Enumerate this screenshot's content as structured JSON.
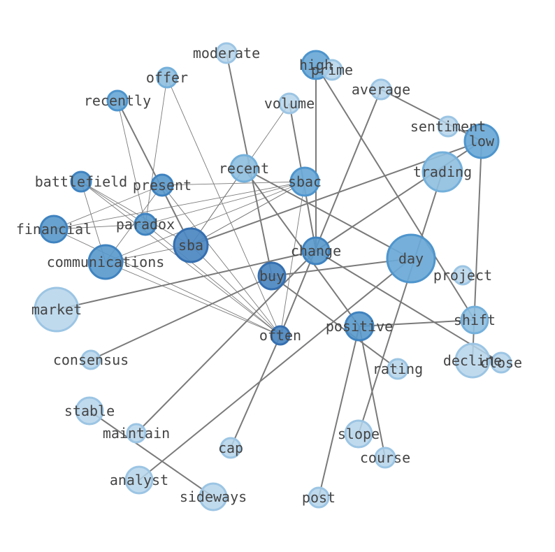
{
  "nodes": [
    {
      "id": "moderate",
      "label": "moderate",
      "level": 1,
      "size": 14
    },
    {
      "id": "high",
      "label": "high",
      "level": 3,
      "size": 20
    },
    {
      "id": "prime",
      "label": "prime",
      "level": 1,
      "size": 14
    },
    {
      "id": "offer",
      "label": "offer",
      "level": 2,
      "size": 14
    },
    {
      "id": "average",
      "label": "average",
      "level": 1,
      "size": 14
    },
    {
      "id": "recently",
      "label": "recently",
      "level": 3,
      "size": 14
    },
    {
      "id": "volume",
      "label": "volume",
      "level": 1,
      "size": 14
    },
    {
      "id": "sentiment",
      "label": "sentiment",
      "level": 1,
      "size": 14
    },
    {
      "id": "low",
      "label": "low",
      "level": 3,
      "size": 24
    },
    {
      "id": "recent",
      "label": "recent",
      "level": 2,
      "size": 19
    },
    {
      "id": "trading",
      "label": "trading",
      "level": 2,
      "size": 28
    },
    {
      "id": "battlefield",
      "label": "battlefield",
      "level": 4,
      "size": 14
    },
    {
      "id": "present",
      "label": "present",
      "level": 4,
      "size": 15
    },
    {
      "id": "sbac",
      "label": "sbac",
      "level": 3,
      "size": 20
    },
    {
      "id": "financial",
      "label": "financial",
      "level": 4,
      "size": 19
    },
    {
      "id": "paradox",
      "label": "paradox",
      "level": 4,
      "size": 15
    },
    {
      "id": "sba",
      "label": "sba",
      "level": 5,
      "size": 24
    },
    {
      "id": "communications",
      "label": "communications",
      "level": 4,
      "size": 24
    },
    {
      "id": "change",
      "label": "change",
      "level": 4,
      "size": 19
    },
    {
      "id": "day",
      "label": "day",
      "level": 3,
      "size": 34
    },
    {
      "id": "project",
      "label": "project",
      "level": 1,
      "size": 13
    },
    {
      "id": "buy",
      "label": "buy",
      "level": 5,
      "size": 19
    },
    {
      "id": "market",
      "label": "market",
      "level": 1,
      "size": 31
    },
    {
      "id": "shift",
      "label": "shift",
      "level": 2,
      "size": 19
    },
    {
      "id": "positive",
      "label": "positive",
      "level": 4,
      "size": 20
    },
    {
      "id": "often",
      "label": "often",
      "level": 5,
      "size": 13
    },
    {
      "id": "decline",
      "label": "decline",
      "level": 1,
      "size": 24
    },
    {
      "id": "close",
      "label": "close",
      "level": 1,
      "size": 14
    },
    {
      "id": "consensus",
      "label": "consensus",
      "level": 1,
      "size": 13
    },
    {
      "id": "rating",
      "label": "rating",
      "level": 1,
      "size": 14
    },
    {
      "id": "stable",
      "label": "stable",
      "level": 1,
      "size": 19
    },
    {
      "id": "maintain",
      "label": "maintain",
      "level": 1,
      "size": 13
    },
    {
      "id": "slope",
      "label": "slope",
      "level": 1,
      "size": 19
    },
    {
      "id": "cap",
      "label": "cap",
      "level": 1,
      "size": 14
    },
    {
      "id": "course",
      "label": "course",
      "level": 1,
      "size": 14
    },
    {
      "id": "analyst",
      "label": "analyst",
      "level": 1,
      "size": 19
    },
    {
      "id": "sideways",
      "label": "sideways",
      "level": 1,
      "size": 19
    },
    {
      "id": "post",
      "label": "post",
      "level": 1,
      "size": 14
    }
  ],
  "edges": [
    {
      "source": "moderate",
      "target": "buy",
      "weight": 2
    },
    {
      "source": "high",
      "target": "change",
      "weight": 2
    },
    {
      "source": "high",
      "target": "shift",
      "weight": 2
    },
    {
      "source": "average",
      "target": "low",
      "weight": 2
    },
    {
      "source": "average",
      "target": "often",
      "weight": 2
    },
    {
      "source": "volume",
      "target": "change",
      "weight": 2
    },
    {
      "source": "low",
      "target": "change",
      "weight": 2
    },
    {
      "source": "low",
      "target": "sba",
      "weight": 2
    },
    {
      "source": "low",
      "target": "decline",
      "weight": 2
    },
    {
      "source": "trading",
      "target": "slope",
      "weight": 2
    },
    {
      "source": "recent",
      "target": "day",
      "weight": 2
    },
    {
      "source": "recent",
      "target": "positive",
      "weight": 2
    },
    {
      "source": "change",
      "target": "market",
      "weight": 2
    },
    {
      "source": "change",
      "target": "maintain",
      "weight": 2
    },
    {
      "source": "change",
      "target": "close",
      "weight": 2
    },
    {
      "source": "day",
      "target": "buy",
      "weight": 2
    },
    {
      "source": "day",
      "target": "analyst",
      "weight": 2
    },
    {
      "source": "buy",
      "target": "consensus",
      "weight": 2
    },
    {
      "source": "buy",
      "target": "rating",
      "weight": 2
    },
    {
      "source": "shift",
      "target": "positive",
      "weight": 2
    },
    {
      "source": "positive",
      "target": "course",
      "weight": 2
    },
    {
      "source": "positive",
      "target": "post",
      "weight": 2
    },
    {
      "source": "often",
      "target": "cap",
      "weight": 2
    },
    {
      "source": "stable",
      "target": "sideways",
      "weight": 2
    },
    {
      "source": "sba",
      "target": "recently",
      "weight": 2
    },
    {
      "source": "sba",
      "target": "sbac",
      "weight": 1
    },
    {
      "source": "sba",
      "target": "recent",
      "weight": 1
    },
    {
      "source": "sba",
      "target": "battlefield",
      "weight": 1
    },
    {
      "source": "sba",
      "target": "often",
      "weight": 1
    },
    {
      "source": "sba",
      "target": "communications",
      "weight": 1
    },
    {
      "source": "sbac",
      "target": "communications",
      "weight": 1
    },
    {
      "source": "sbac",
      "target": "financial",
      "weight": 1
    },
    {
      "source": "sbac",
      "target": "present",
      "weight": 1
    },
    {
      "source": "sbac",
      "target": "paradox",
      "weight": 1
    },
    {
      "source": "sbac",
      "target": "often",
      "weight": 1
    },
    {
      "source": "sbac",
      "target": "sba",
      "weight": 1
    },
    {
      "source": "present",
      "target": "often",
      "weight": 1
    },
    {
      "source": "present",
      "target": "financial",
      "weight": 1
    },
    {
      "source": "present",
      "target": "communications",
      "weight": 1
    },
    {
      "source": "paradox",
      "target": "often",
      "weight": 1
    },
    {
      "source": "paradox",
      "target": "battlefield",
      "weight": 1
    },
    {
      "source": "paradox",
      "target": "offer",
      "weight": 1
    },
    {
      "source": "paradox",
      "target": "recently",
      "weight": 1
    },
    {
      "source": "paradox",
      "target": "financial",
      "weight": 1
    },
    {
      "source": "communications",
      "target": "often",
      "weight": 1
    },
    {
      "source": "communications",
      "target": "battlefield",
      "weight": 1
    },
    {
      "source": "financial",
      "target": "often",
      "weight": 1
    },
    {
      "source": "battlefield",
      "target": "often",
      "weight": 1
    },
    {
      "source": "offer",
      "target": "often",
      "weight": 1
    },
    {
      "source": "volume",
      "target": "sba",
      "weight": 1
    }
  ],
  "colors": {
    "1": "#b5d3ea",
    "2": "#8ebedf",
    "3": "#6aa8d6",
    "4": "#5898cb",
    "5": "#4b87c0"
  }
}
